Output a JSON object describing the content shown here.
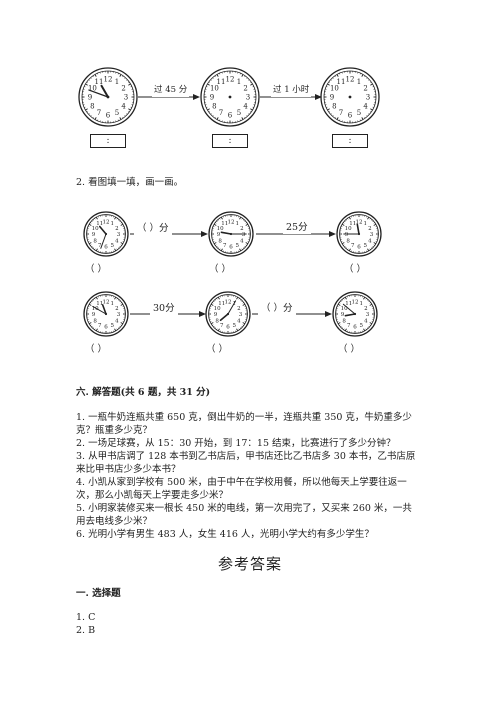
{
  "row1": {
    "arrow1_label": "过 45 分",
    "arrow2_label": "过 1 小时",
    "box_text": ":"
  },
  "q2_title": "2. 看图填一填，画一画。",
  "row2": {
    "blank_minutes_label": "（    ）分",
    "arrow2_label": "25分",
    "paren": "（      ）"
  },
  "row3": {
    "arrow1_label": "30分",
    "blank_minutes_label": "（    ）分",
    "paren": "（      ）"
  },
  "section6": {
    "header": "六. 解答题(共 6 题，共 31 分)",
    "lines": [
      "1. 一瓶牛奶连瓶共重 650 克，倒出牛奶的一半，连瓶共重 350 克，牛奶重多少",
      "克？瓶重多少克？",
      "2. 一场足球赛，从 15：30 开始，到 17：15 结束，比赛进行了多少分钟？",
      "3. 从甲书店调了 128 本书到乙书店后，甲书店还比乙书店多 30 本书，乙书店原",
      "来比甲书店少多少本书？",
      "4. 小凯从家到学校有 500 米，由于中午在学校用餐，所以他每天上学要往返一",
      "次，那么小凯每天上学要走多少米？",
      "5. 小明家装修买来一根长 450 米的电线，第一次用完了，又买来 260 米，一共",
      "用去电线多少米？",
      "6. 光明小学有男生 483 人，女生 416 人，光明小学大约有多少学生？"
    ]
  },
  "answers": {
    "title": "参考答案",
    "section_header": "一. 选择题",
    "items": [
      "1. C",
      "2. B"
    ]
  },
  "clock_numbers": [
    "12",
    "1",
    "2",
    "3",
    "4",
    "5",
    "6",
    "7",
    "8",
    "9",
    "10",
    "11"
  ]
}
